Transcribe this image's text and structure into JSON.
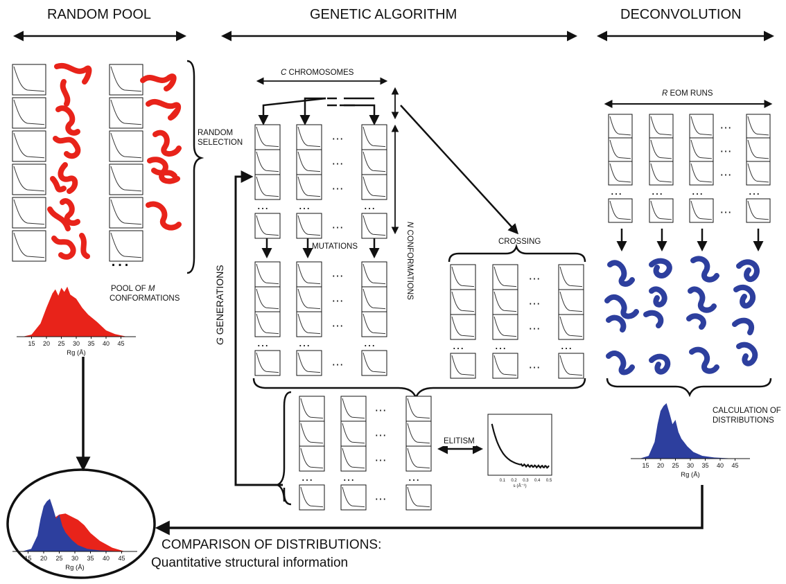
{
  "headers": {
    "random_pool": "RANDOM POOL",
    "genetic_algorithm": "GENETIC ALGORITHM",
    "deconvolution": "DECONVOLUTION"
  },
  "labels": {
    "c_chromosomes_var": "C",
    "c_chromosomes_rest": " CHROMOSOMES",
    "random_selection_1": "RANDOM",
    "random_selection_2": "SELECTION",
    "n_conformations_var": "N",
    "n_conformations_rest": " CONFORMATIONS",
    "g_generations_var": "G",
    "g_generations_rest": " GENERATIONS",
    "mutations": "MUTATIONS",
    "crossing": "CROSSING",
    "elitism": "ELITISM",
    "pool_1": "POOL OF ",
    "pool_var": "M",
    "pool_2": "CONFORMATIONS",
    "r_eom_var": "R",
    "r_eom_rest": " EOM RUNS",
    "calc_1": "CALCULATION OF",
    "calc_2": "DISTRIBUTIONS",
    "comparison_1": "COMPARISON OF DISTRIBUTIONS:",
    "comparison_2": "Quantitative structural information",
    "ellipsis": "…"
  },
  "colors": {
    "pool_red": "#e8231a",
    "eom_blue": "#2d3f9e",
    "stroke": "#111111"
  },
  "chart_data": [
    {
      "type": "area",
      "series": [
        {
          "color": "#e8231a"
        }
      ],
      "x_ticks": [
        "15",
        "20",
        "25",
        "30",
        "35",
        "40",
        "45"
      ],
      "xlabel": "Rg (Å)",
      "x_range": [
        10,
        50
      ]
    },
    {
      "type": "area",
      "series": [
        {
          "color": "#2d3f9e"
        }
      ],
      "x_ticks": [
        "15",
        "20",
        "25",
        "30",
        "35",
        "40",
        "45"
      ],
      "xlabel": "Rg (Å)",
      "x_range": [
        10,
        50
      ]
    },
    {
      "type": "area",
      "series": [
        {
          "color": "#2d3f9e"
        },
        {
          "color": "#e8231a"
        }
      ],
      "x_ticks": [
        "15",
        "20",
        "25",
        "30",
        "35",
        "40",
        "45"
      ],
      "xlabel": "Rg (Å)",
      "x_range": [
        10,
        50
      ]
    },
    {
      "type": "line",
      "x_ticks": [
        "0.1",
        "0.2",
        "0.3",
        "0.4",
        "0.5"
      ],
      "xlabel": "s (Å⁻¹)",
      "x_range": [
        0,
        0.5
      ]
    }
  ]
}
